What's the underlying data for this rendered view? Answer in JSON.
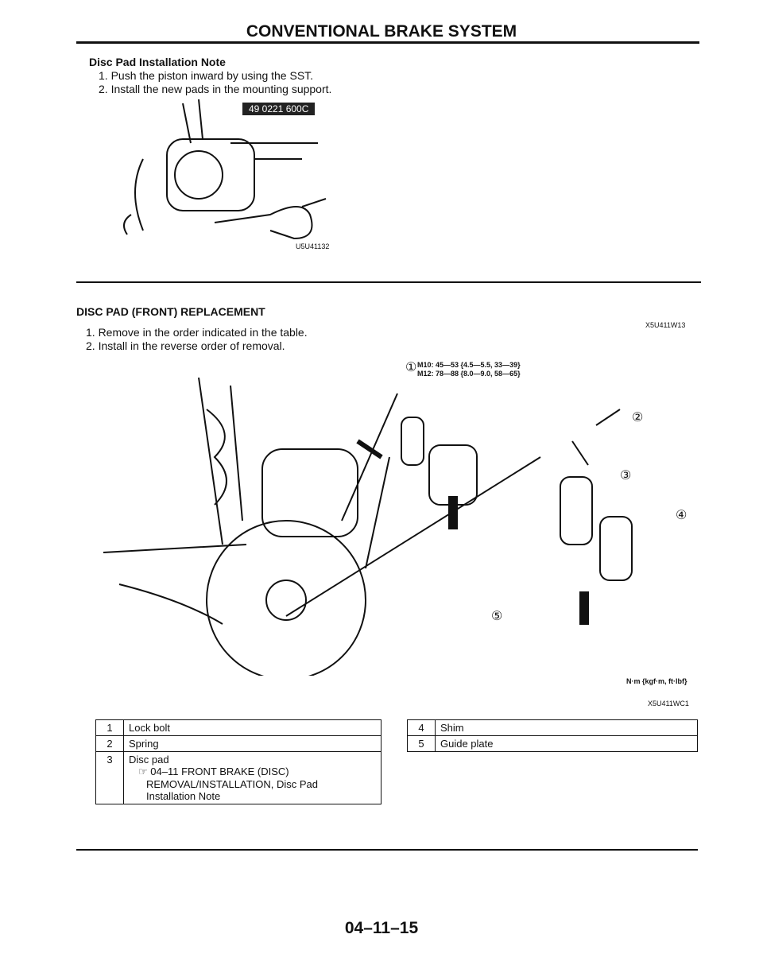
{
  "header": {
    "title": "CONVENTIONAL BRAKE SYSTEM"
  },
  "note": {
    "heading": "Disc Pad Installation Note",
    "steps": [
      "1. Push the piston inward by using the SST.",
      "2. Install the new pads in the mounting support."
    ],
    "tool_label": "49 0221 600C",
    "fig_code": "U5U41132"
  },
  "replacement": {
    "heading": "DISC PAD (FRONT) REPLACEMENT",
    "fig_code_top": "X5U411W13",
    "steps": [
      "1. Remove in the order indicated in the table.",
      "2. Install in the reverse order of removal."
    ],
    "torque": {
      "line1": "M10: 45—53 {4.5—5.5, 33—39}",
      "line2": "M12: 78—88 {8.0—9.0, 58—65}",
      "unit": "N·m {kgf·m, ft·lbf}"
    },
    "callouts": [
      "①",
      "②",
      "③",
      "④",
      "⑤"
    ],
    "fig_code": "X5U411WC1"
  },
  "table_left": [
    {
      "n": "1",
      "label": "Lock bolt"
    },
    {
      "n": "2",
      "label": "Spring"
    },
    {
      "n": "3",
      "label": "Disc pad",
      "ref": "☞ 04–11 FRONT BRAKE (DISC)",
      "ref2": "REMOVAL/INSTALLATION, Disc Pad",
      "ref3": "Installation Note"
    }
  ],
  "table_right": [
    {
      "n": "4",
      "label": "Shim"
    },
    {
      "n": "5",
      "label": "Guide plate"
    }
  ],
  "footer": {
    "page": "04–11–15"
  }
}
